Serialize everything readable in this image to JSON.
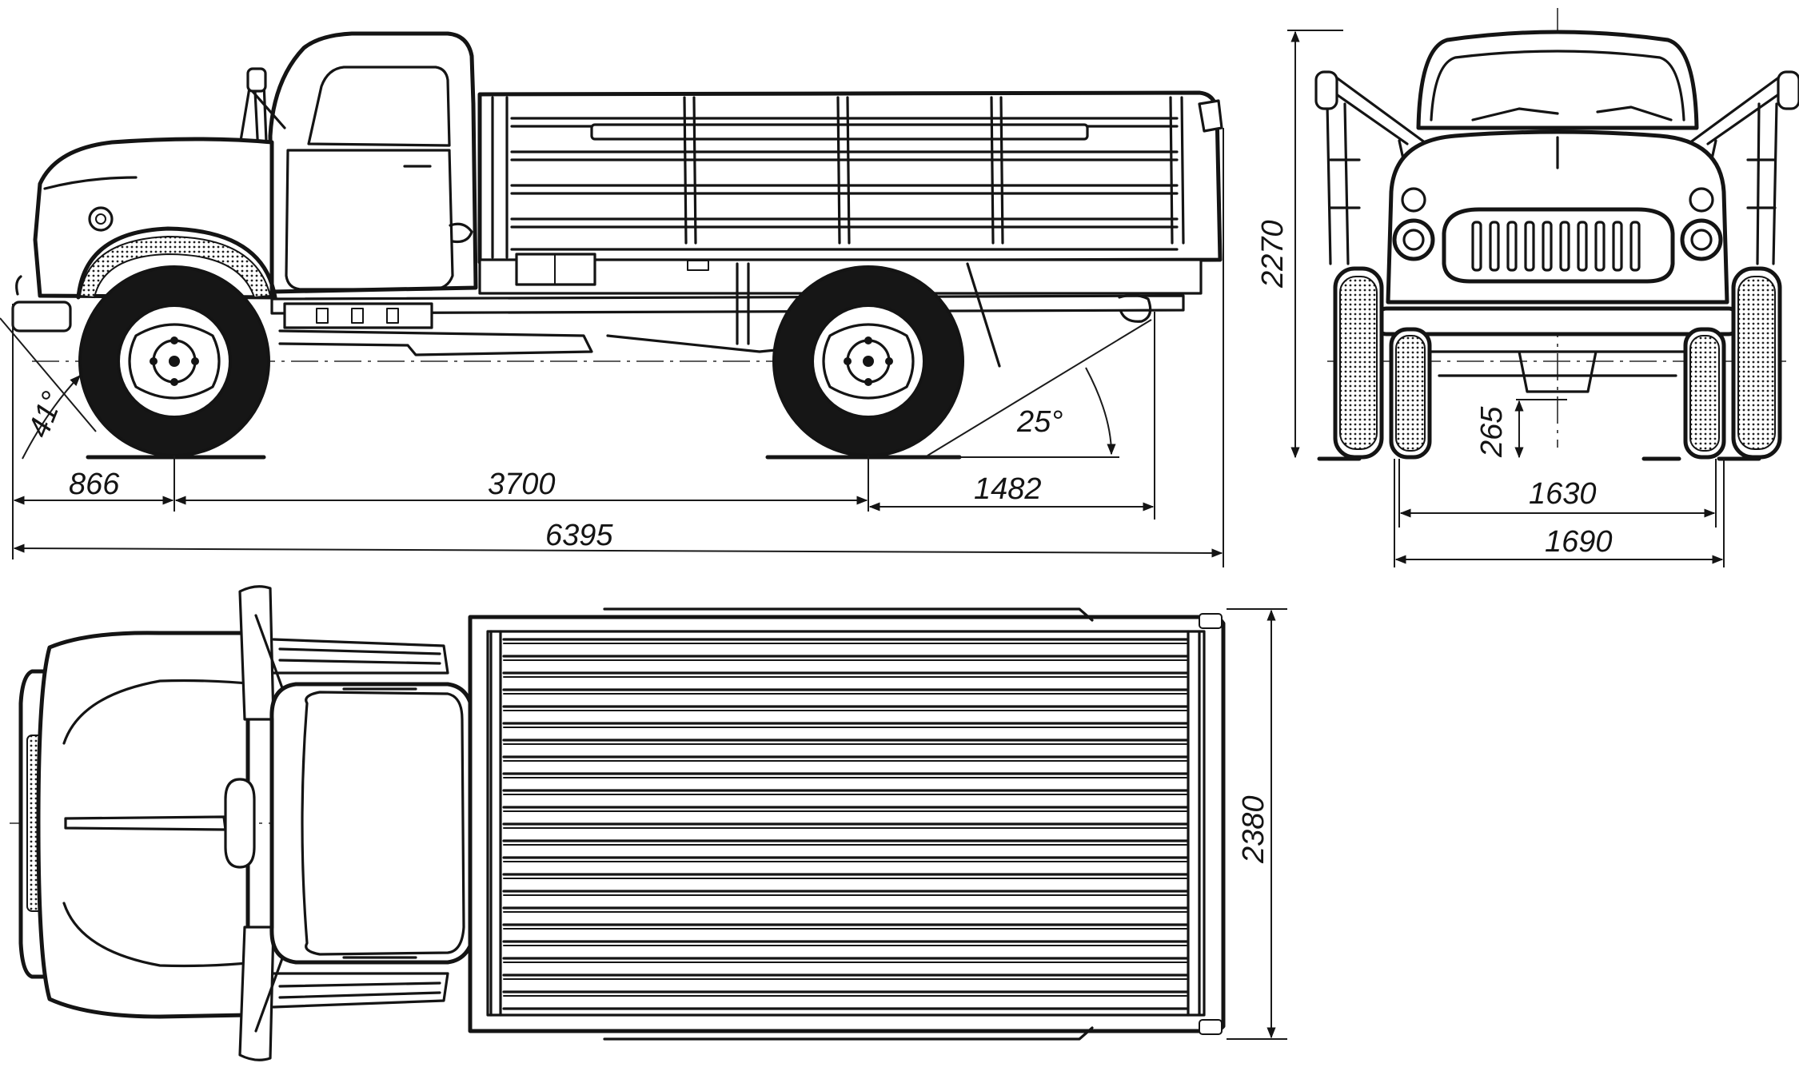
{
  "side_view": {
    "dims": {
      "front_overhang": "866",
      "wheelbase": "3700",
      "rear_overhang": "1482",
      "overall_length": "6395",
      "approach_angle": "41°",
      "departure_angle": "25°"
    }
  },
  "front_view": {
    "dims": {
      "height": "2270",
      "ground_clearance": "265",
      "front_track": "1630",
      "rear_track": "1690"
    }
  },
  "top_view": {
    "dims": {
      "width": "2380"
    }
  },
  "colors": {
    "ink": "#141414",
    "paper": "#ffffff"
  }
}
